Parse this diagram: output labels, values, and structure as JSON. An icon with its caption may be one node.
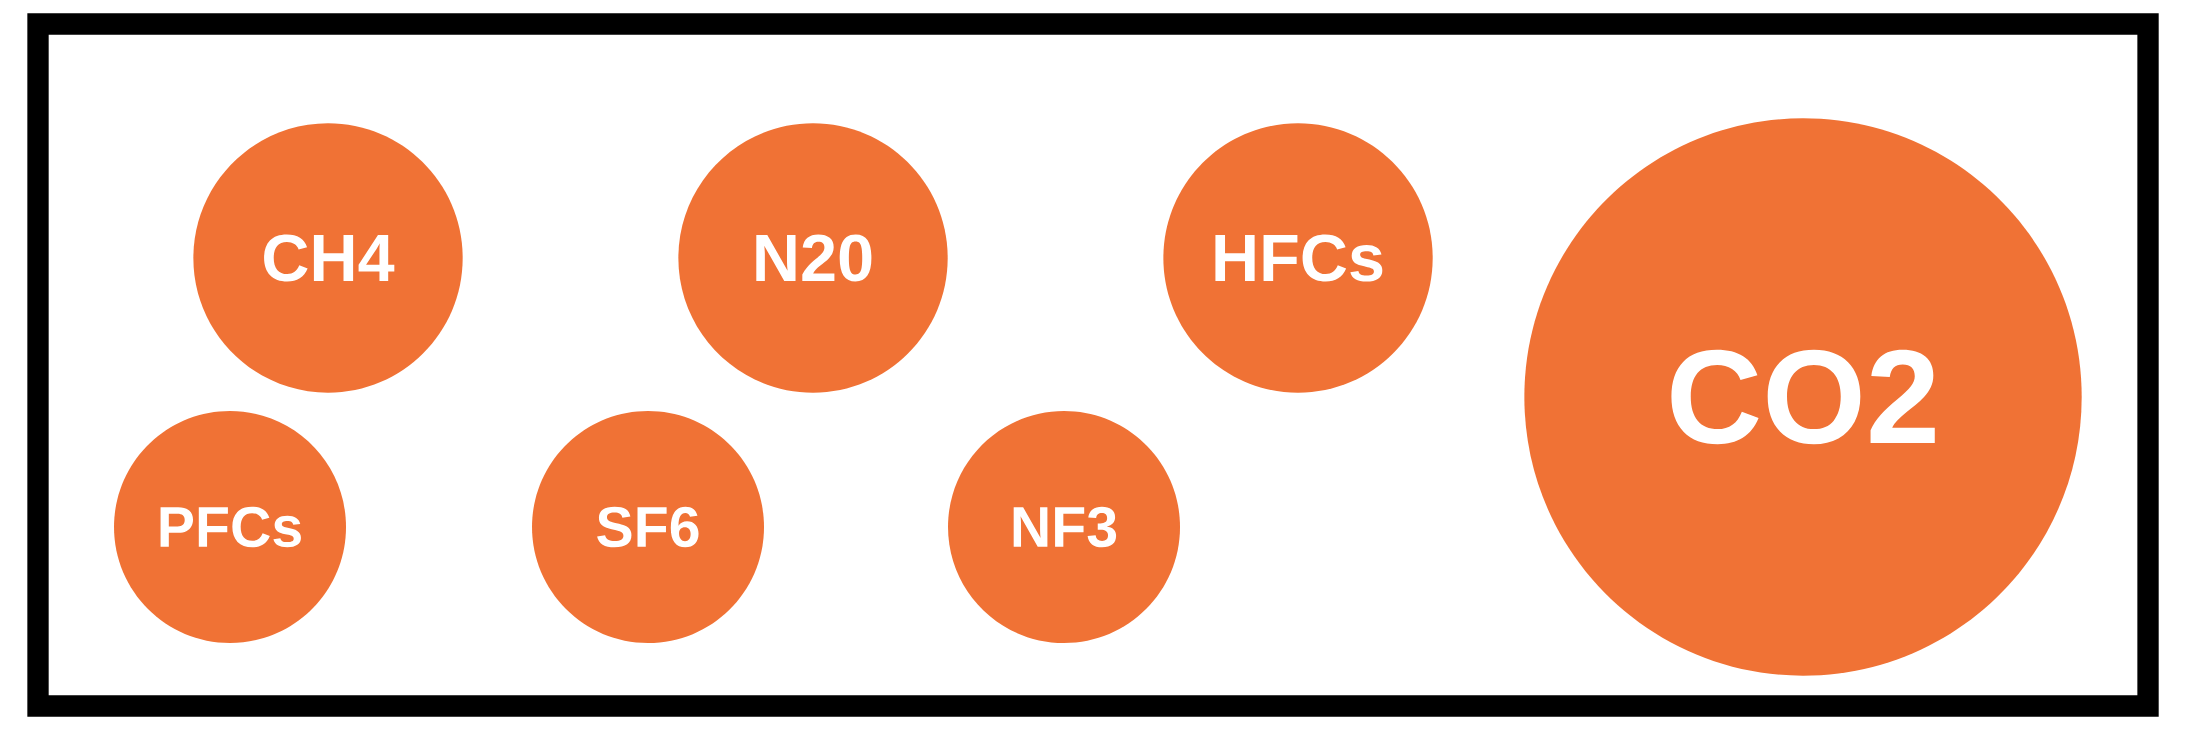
{
  "diagram": {
    "nodes": [
      {
        "text": [
          "CH4"
        ]
      },
      {
        "text": [
          "N20"
        ]
      },
      {
        "text": [
          "HFCs"
        ]
      },
      {
        "text": [
          "CO2"
        ]
      },
      {
        "text": [
          "PFCs"
        ]
      },
      {
        "text": [
          "SF6"
        ]
      },
      {
        "text": [
          "NF3"
        ]
      }
    ]
  }
}
